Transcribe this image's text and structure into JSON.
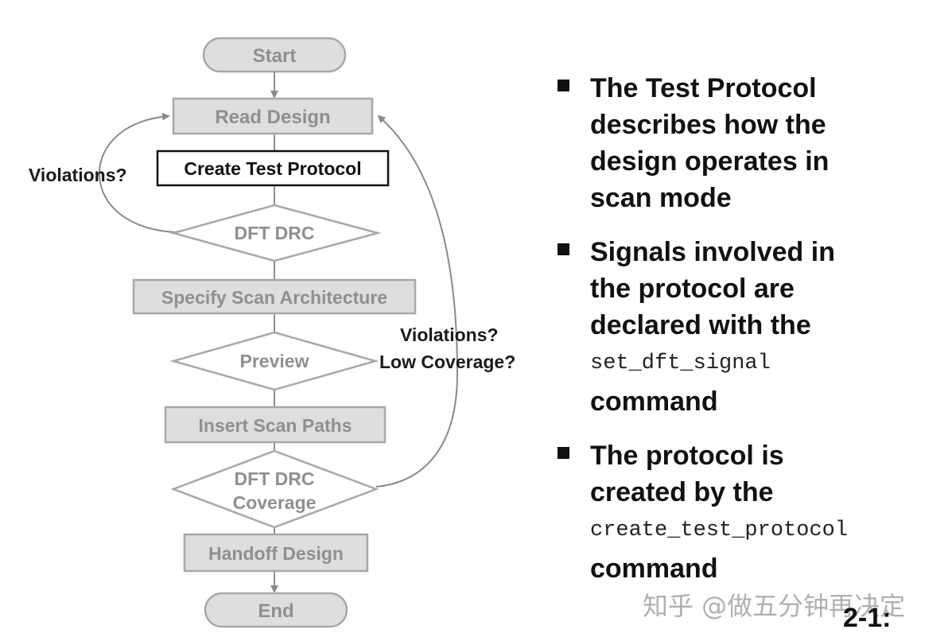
{
  "flow": {
    "start": "Start",
    "read_design": "Read Design",
    "create_test_protocol": "Create Test Protocol",
    "dft_drc": "DFT DRC",
    "specify_scan": "Specify Scan Architecture",
    "preview": "Preview",
    "insert_scan": "Insert Scan Paths",
    "dft_drc_2_line1": "DFT DRC",
    "dft_drc_2_line2": "Coverage",
    "handoff": "Handoff Design",
    "end": "End"
  },
  "labels": {
    "violations_left": "Violations?",
    "violations_right": "Violations?",
    "low_coverage": "Low Coverage?"
  },
  "bullets": [
    {
      "text": [
        "The Test Protocol",
        "describes how the",
        "design operates in",
        "scan mode"
      ]
    },
    {
      "text": [
        "Signals involved in",
        "the protocol are",
        "declared with the"
      ],
      "code": "set_dft_signal",
      "tail": "command"
    },
    {
      "text": [
        "The protocol is",
        "created by the"
      ],
      "code": "create_test_protocol",
      "tail": "command"
    }
  ],
  "watermark": "知乎 @做五分钟再决定",
  "slide_number": "2-1:",
  "colors": {
    "box_fill": "#dedede",
    "box_stroke": "#a8a8a8",
    "muted_text": "#8f8f8f",
    "highlight_stroke": "#111111",
    "text": "#111111"
  }
}
